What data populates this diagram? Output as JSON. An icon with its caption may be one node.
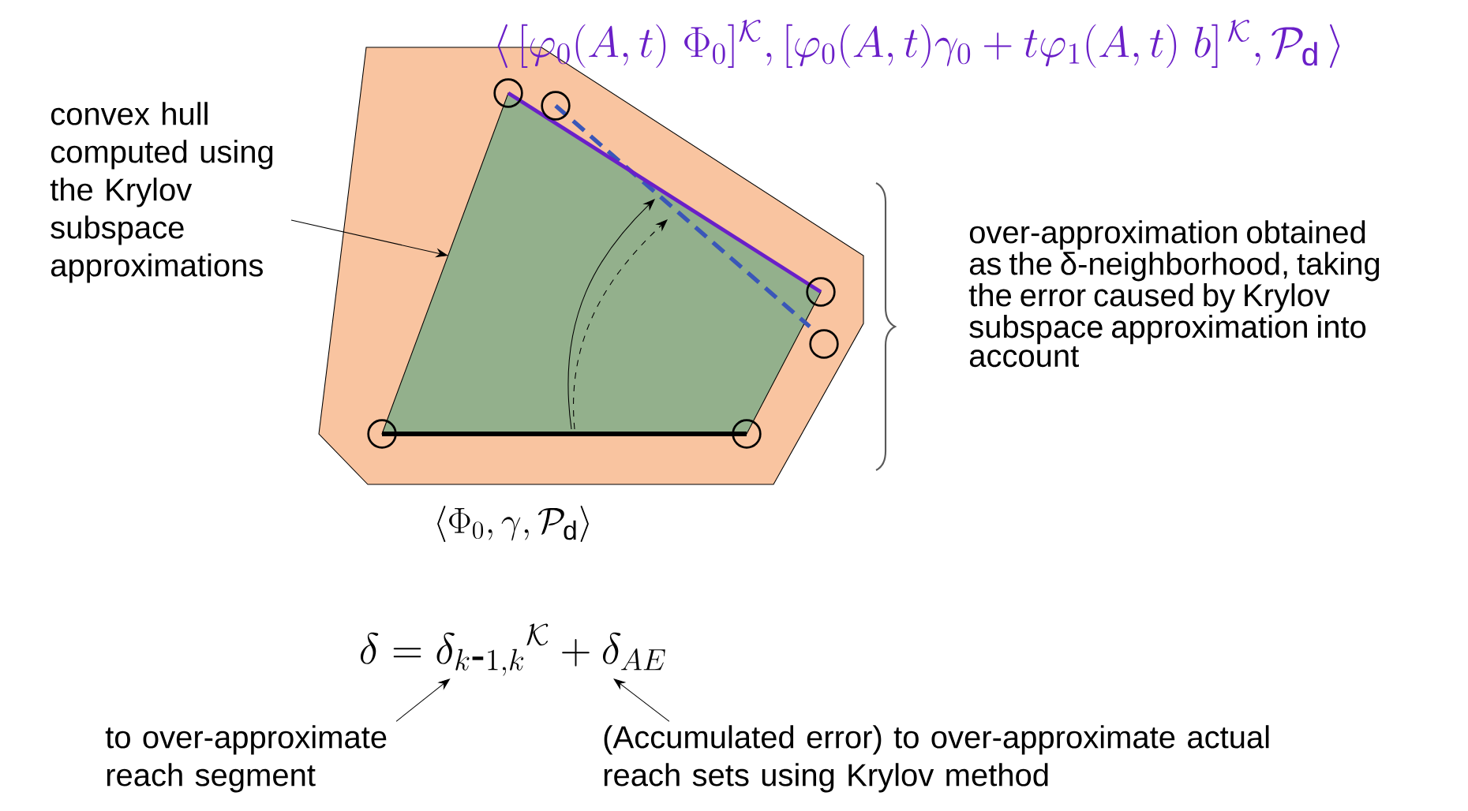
{
  "diagram": {
    "nodes": [
      {
        "text": [
          "convex hull computed using the Krylov subspace approximations"
        ]
      },
      {
        "text": [],
        "shape": "polygon"
      },
      {
        "text": [],
        "shape": "polygon",
        "in": 1
      },
      {
        "text": [
          "to over-approximate reach segment"
        ]
      },
      {
        "text": [
          "(Accumulated error) to over-approximate actual reach sets using Krylov method"
        ]
      },
      {
        "text": [
          "\\delta = {\\delta_{k\\mbox{-}1,k}}^{\\mathcal{K}} + \\delta_{AE}"
        ]
      }
    ],
    "edges": [
      {
        "from": 0,
        "to": 2,
        "arrow": "to"
      },
      {
        "from": 3,
        "to": 5,
        "arrow": "to"
      },
      {
        "from": 4,
        "to": 5,
        "arrow": "to"
      }
    ],
    "labels": [
      "\\langle\\, [\\varphi_0(A,t)\\ \\Phi_0]^{\\mathcal{K}}, [\\varphi_0(A,t)\\gamma_0 + t\\varphi_1(A,t)\\ b]^{\\,\\mathcal{K}}, \\mathcal{P}_{\\mathrm{d}}\\, \\rangle",
      "over-approximation obtained as the δ-neighborhood, taking the error caused by Krylov subspace approximation into account",
      "\\langle \\Phi_0, \\gamma, \\mathcal{P}_{\\mathrm{d}} \\rangle"
    ]
  }
}
